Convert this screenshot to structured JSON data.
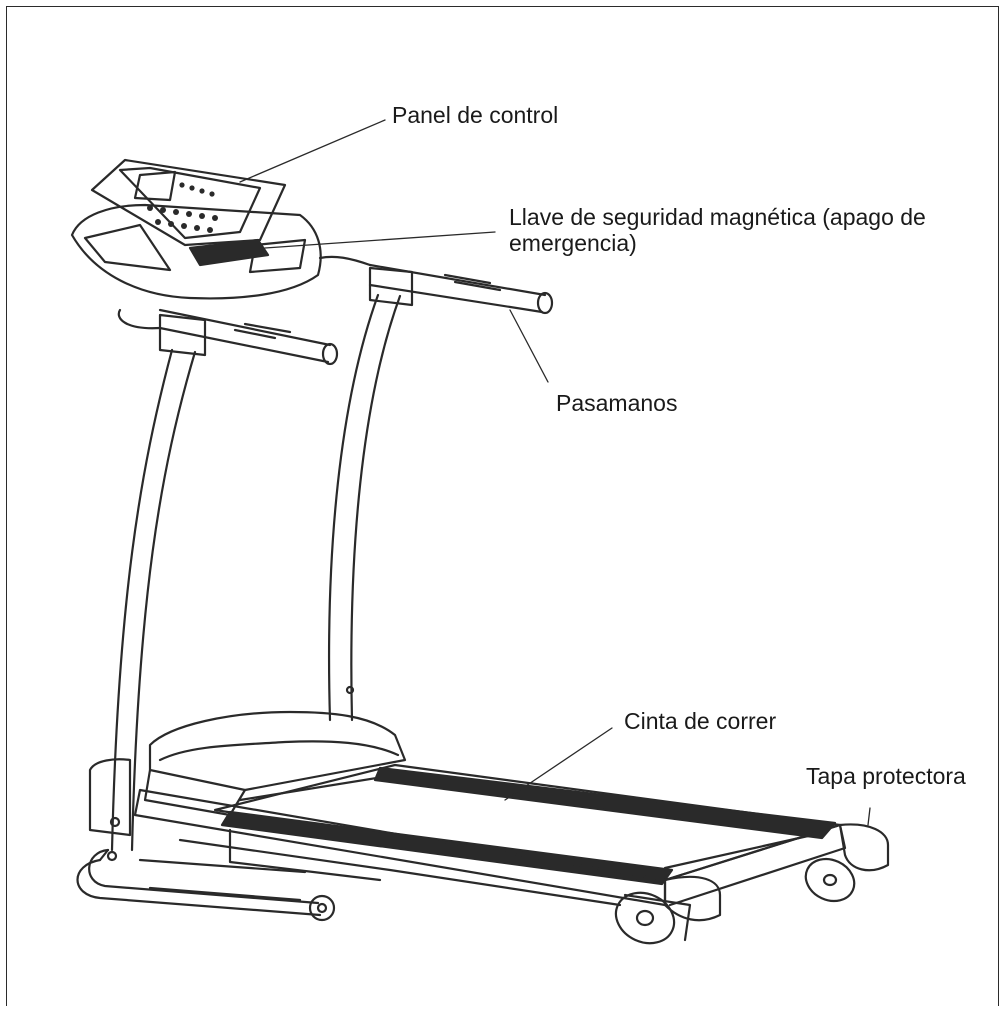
{
  "labels": {
    "control_panel": "Panel de control",
    "safety_key": "Llave de seguridad magnética (apago de emergencia)",
    "handrails": "Pasamanos",
    "belt": "Cinta de correr",
    "cover": "Tapa protectora"
  }
}
